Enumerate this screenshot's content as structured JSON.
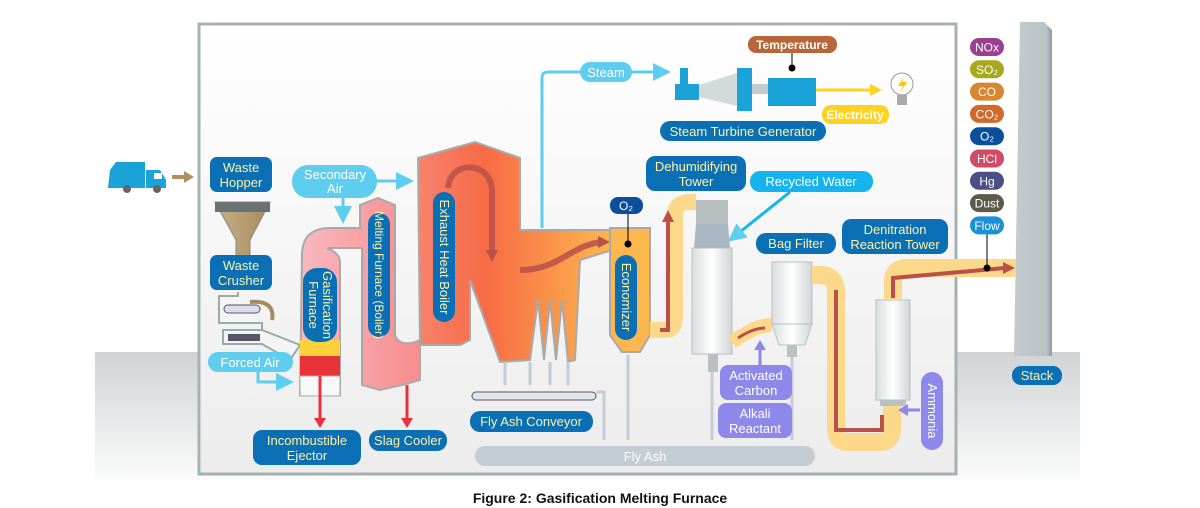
{
  "caption": "Figure 2: Gasification Melting Furnace",
  "labels": {
    "waste_hopper": [
      "Waste",
      "Hopper"
    ],
    "waste_crusher": [
      "Waste",
      "Crusher"
    ],
    "secondary_air": [
      "Secondary",
      "Air"
    ],
    "forced_air": "Forced Air",
    "gasification_furnace": [
      "Gasification",
      "Furnace"
    ],
    "melting_furnace": "Melting Furnace (Boiler)",
    "exhaust_heat_boiler": "Exhaust Heat Boiler",
    "incombustible_ejector": [
      "Incombustible",
      "Ejector"
    ],
    "slag_cooler": "Slag Cooler",
    "fly_ash_conveyor": "Fly Ash Conveyor",
    "fly_ash": "Fly Ash",
    "steam": "Steam",
    "temperature": "Temperature",
    "steam_turbine_generator": "Steam Turbine Generator",
    "electricity": "Electricity",
    "o2_sensor": "O₂",
    "economizer": "Economizer",
    "dehumidifying_tower": [
      "Dehumidifying",
      "Tower"
    ],
    "recycled_water": "Recycled Water",
    "bag_filter": "Bag Filter",
    "denitration_reaction_tower": [
      "Denitration",
      "Reaction Tower"
    ],
    "activated_carbon": [
      "Activated",
      "Carbon"
    ],
    "alkali_reactant": [
      "Alkali",
      "Reactant"
    ],
    "ammonia": "Ammonia",
    "stack": "Stack"
  },
  "monitors": [
    {
      "label": "NOx",
      "color": "#9b3f8f"
    },
    {
      "label": "SO₂",
      "color": "#a7a81c"
    },
    {
      "label": "CO",
      "color": "#d8862f"
    },
    {
      "label": "CO₂",
      "color": "#cf6a2a"
    },
    {
      "label": "O₂",
      "color": "#0b4f9c"
    },
    {
      "label": "HCl",
      "color": "#cf4b67"
    },
    {
      "label": "Hg",
      "color": "#4b4f86"
    },
    {
      "label": "Dust",
      "color": "#5d5a4c"
    },
    {
      "label": "Flow",
      "color": "#1b8fd8"
    }
  ],
  "colors": {
    "label_bg": "#0a6fb5",
    "label_text": "#fff3a8",
    "air": "#5fcdee",
    "reagent": "#8d88ea",
    "flue_duct": "#fcd98a",
    "flow_arrow": "#b9504a",
    "slag": "#e8323a",
    "electricity": "#ffd21f"
  }
}
